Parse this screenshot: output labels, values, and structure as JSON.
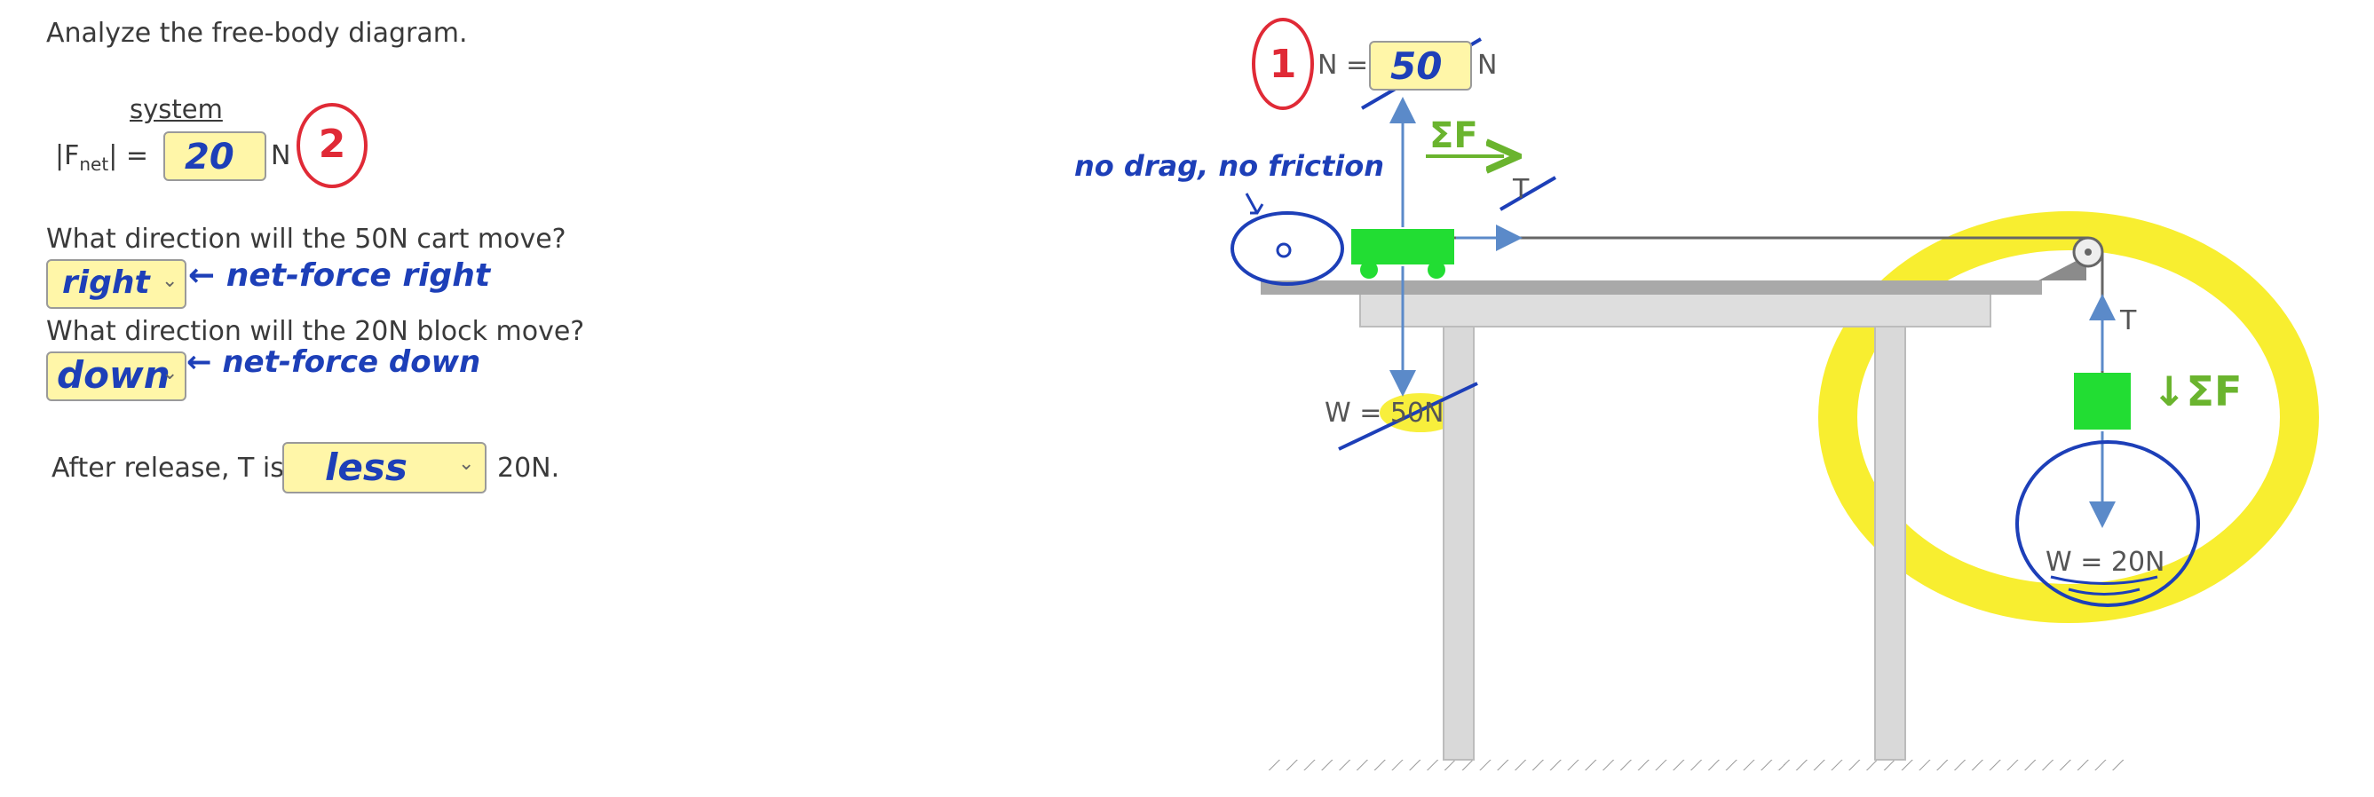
{
  "question": {
    "prompt": "Analyze the free-body diagram.",
    "fnet_superscript": "system",
    "fnet_label": "|F",
    "fnet_sub": "net",
    "fnet_eq": "| =",
    "fnet_value": "20",
    "fnet_unit": "N",
    "q_cart": "What direction will the 50N cart move?",
    "cart_answer": "right",
    "q_block": "What direction will the 20N block move?",
    "block_answer": "down",
    "tension_prefix": "After release, T is",
    "tension_answer": "less",
    "tension_suffix": "20N."
  },
  "annotations": {
    "circle_1": "1",
    "circle_2": "2",
    "cart_note": "← net-force right",
    "block_note": "← net-force down",
    "friction_note": "no drag, no friction",
    "sum_f_right": "ΣF",
    "sum_f_down": "↓ΣF"
  },
  "diagram": {
    "normal_label": "N =",
    "normal_value": "50",
    "normal_unit": "N",
    "cart_weight": "W = 50N",
    "tension_cart": "T",
    "tension_block": "T",
    "block_weight": "W = 20N"
  },
  "colors": {
    "field_bg": "#fff6a8",
    "pen_blue": "#1d3fb8",
    "pen_red": "#e02a36",
    "pen_green": "#6ab42e",
    "highlight_yellow": "#f7ec1a",
    "cart_green": "#22dd33",
    "arrow_blue": "#5b8ac9"
  }
}
